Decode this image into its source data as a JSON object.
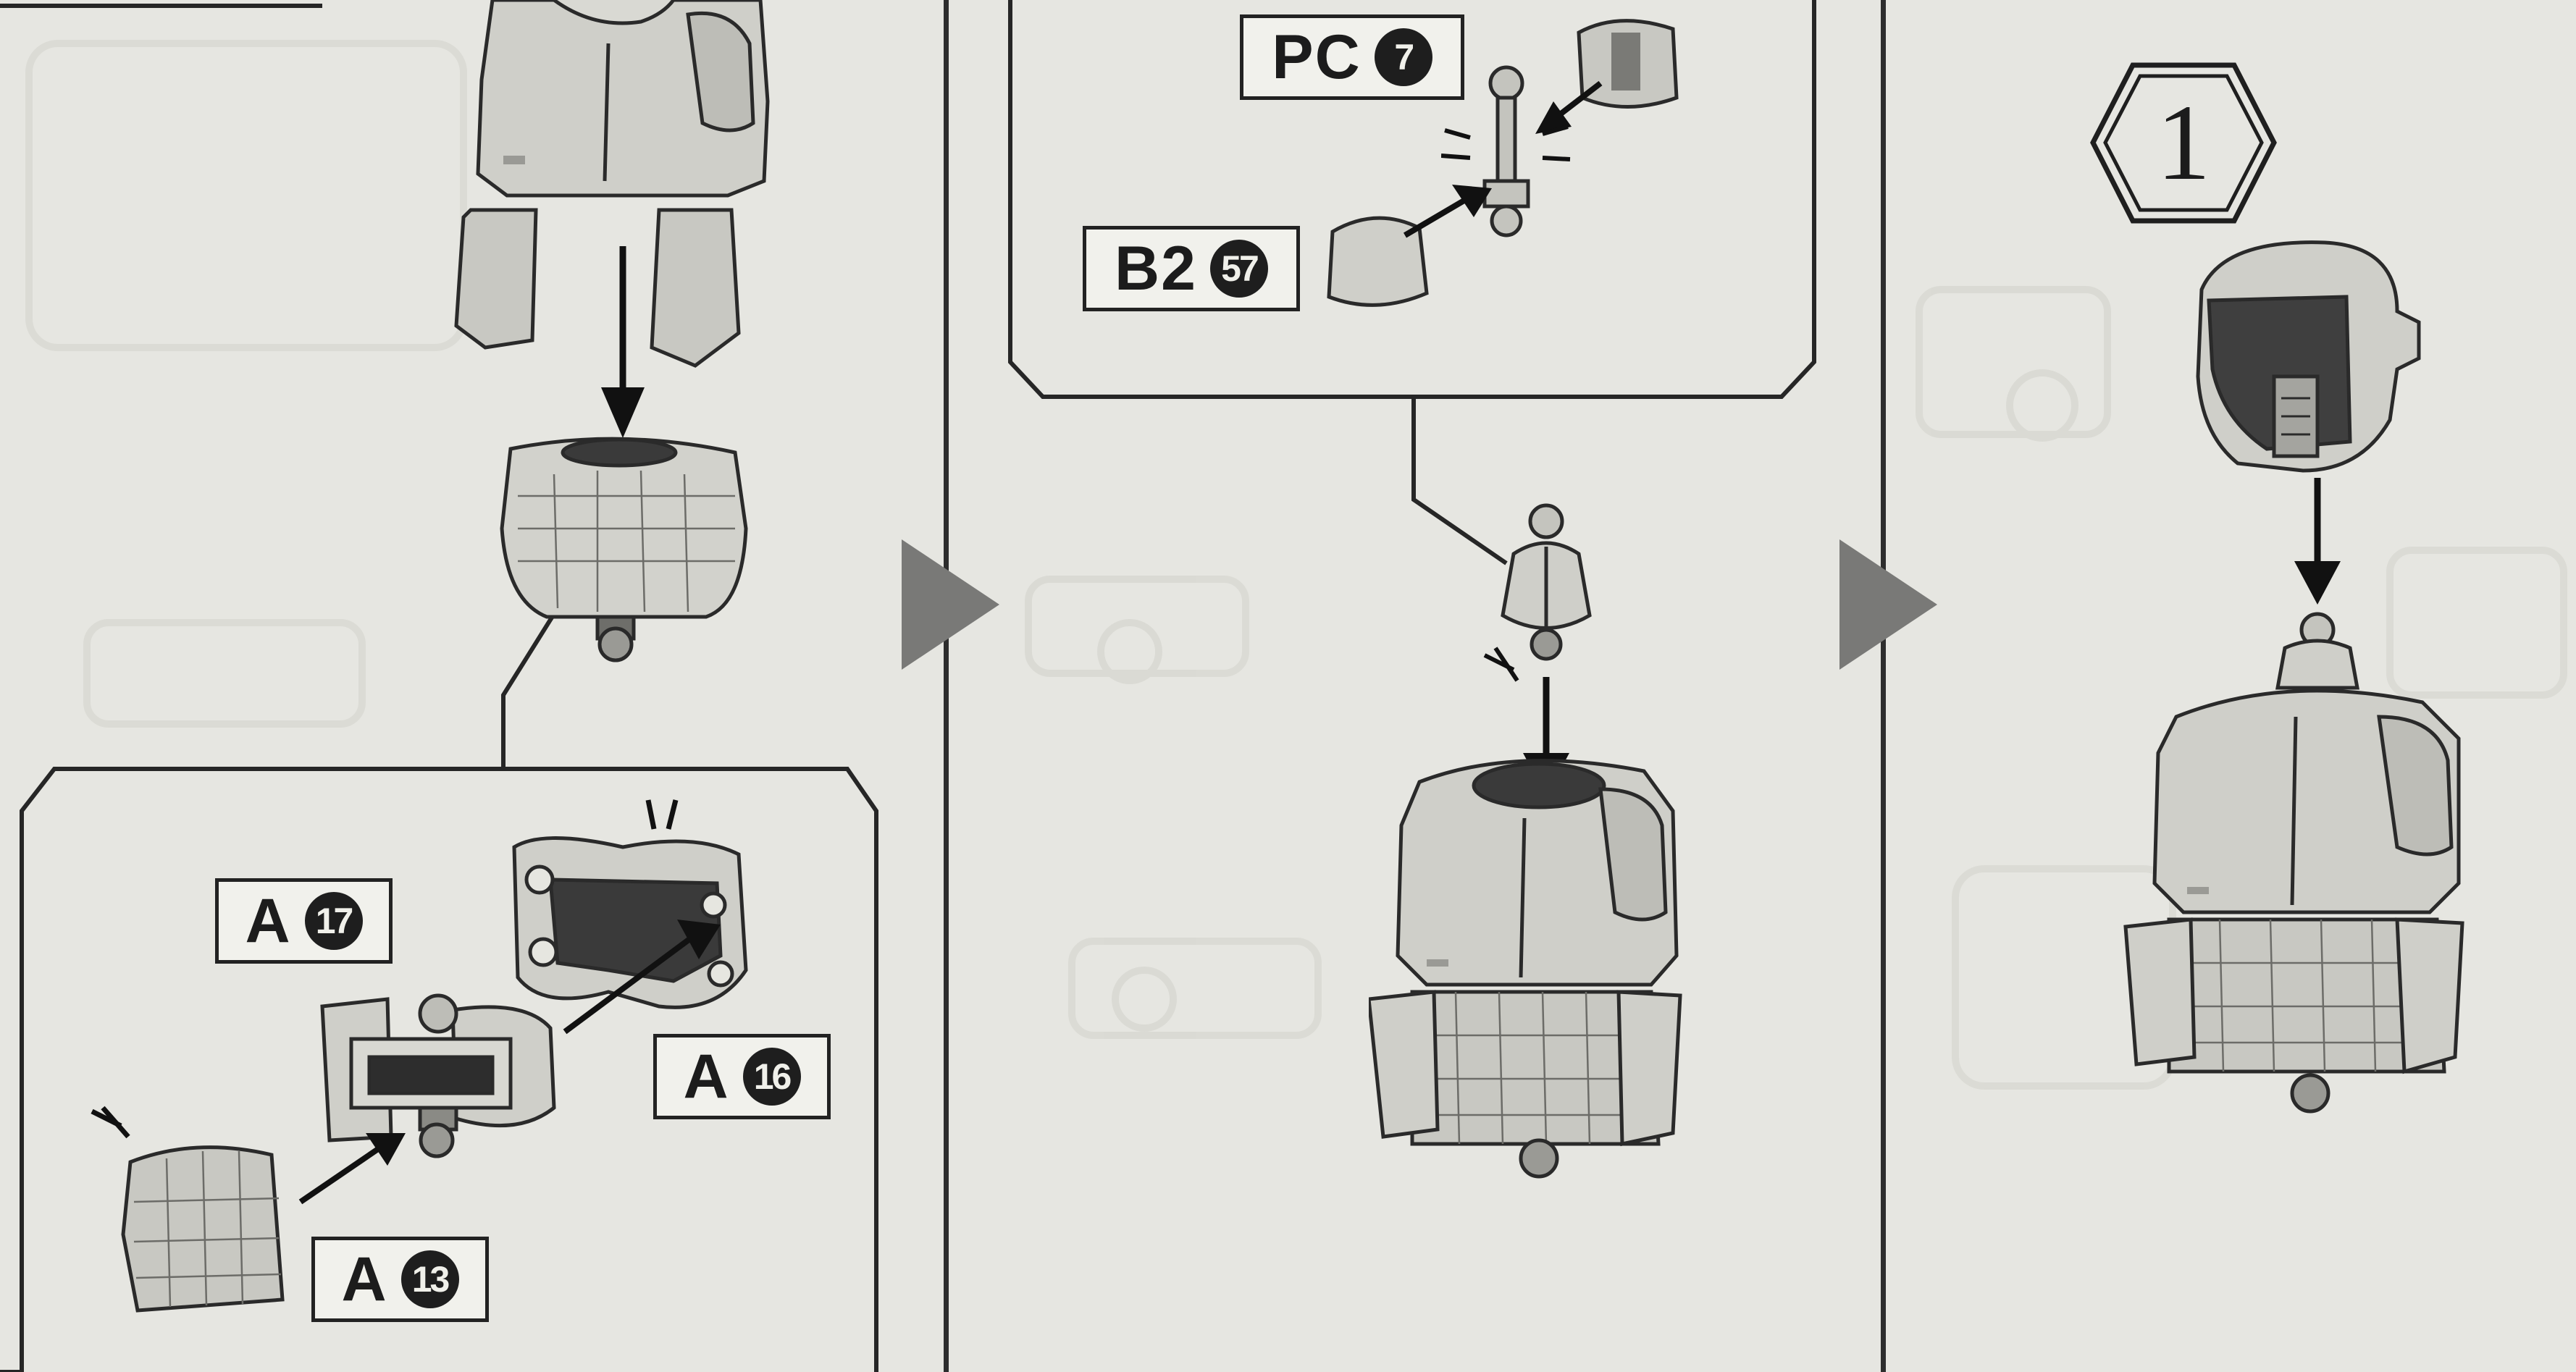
{
  "labels": {
    "pc7": {
      "code": "PC",
      "num": "7"
    },
    "b2_57": {
      "code": "B2",
      "num": "57"
    },
    "a17": {
      "code": "A",
      "num": "17"
    },
    "a16": {
      "code": "A",
      "num": "16"
    },
    "a13": {
      "code": "A",
      "num": "13"
    }
  },
  "step": {
    "number": "1"
  },
  "icons": [
    "step-arrow-icon",
    "push-arrow-icon",
    "click-mark-icon",
    "step-hexagon-icon"
  ],
  "colors": {
    "paper": "#e6e6e1",
    "ink": "#1c1c1c",
    "part_fill": "#ccccc6"
  }
}
